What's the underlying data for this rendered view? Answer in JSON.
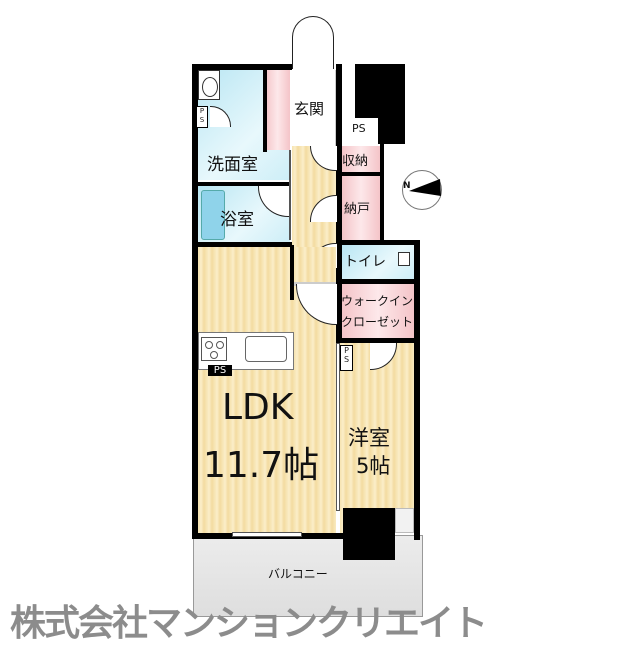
{
  "floor_plan": {
    "rooms": {
      "entrance": "玄関",
      "storage": "収納",
      "closet": "納戸",
      "washroom": "洗面室",
      "bathroom": "浴室",
      "toilet": "トイレ",
      "walk_in_closet_line1": "ウォークイン",
      "walk_in_closet_line2": "クローゼット",
      "ldk_name": "LDK",
      "ldk_size": "11.7帖",
      "western_room_name": "洋室",
      "western_room_size": "5帖",
      "balcony": "バルコニー"
    },
    "pipe_spaces": {
      "top_right": "PS",
      "washroom": "PS",
      "kitchen": "PS",
      "western_room": "PS"
    },
    "compass_label": "N",
    "colors": {
      "wood_floor": "#f6e3b0",
      "wet_area": "#cdeef7",
      "storage": "#f8d6d9",
      "balcony": "#e6e6e6",
      "wall": "#000000"
    }
  },
  "footer": {
    "company": "株式会社マンションクリエイト"
  }
}
